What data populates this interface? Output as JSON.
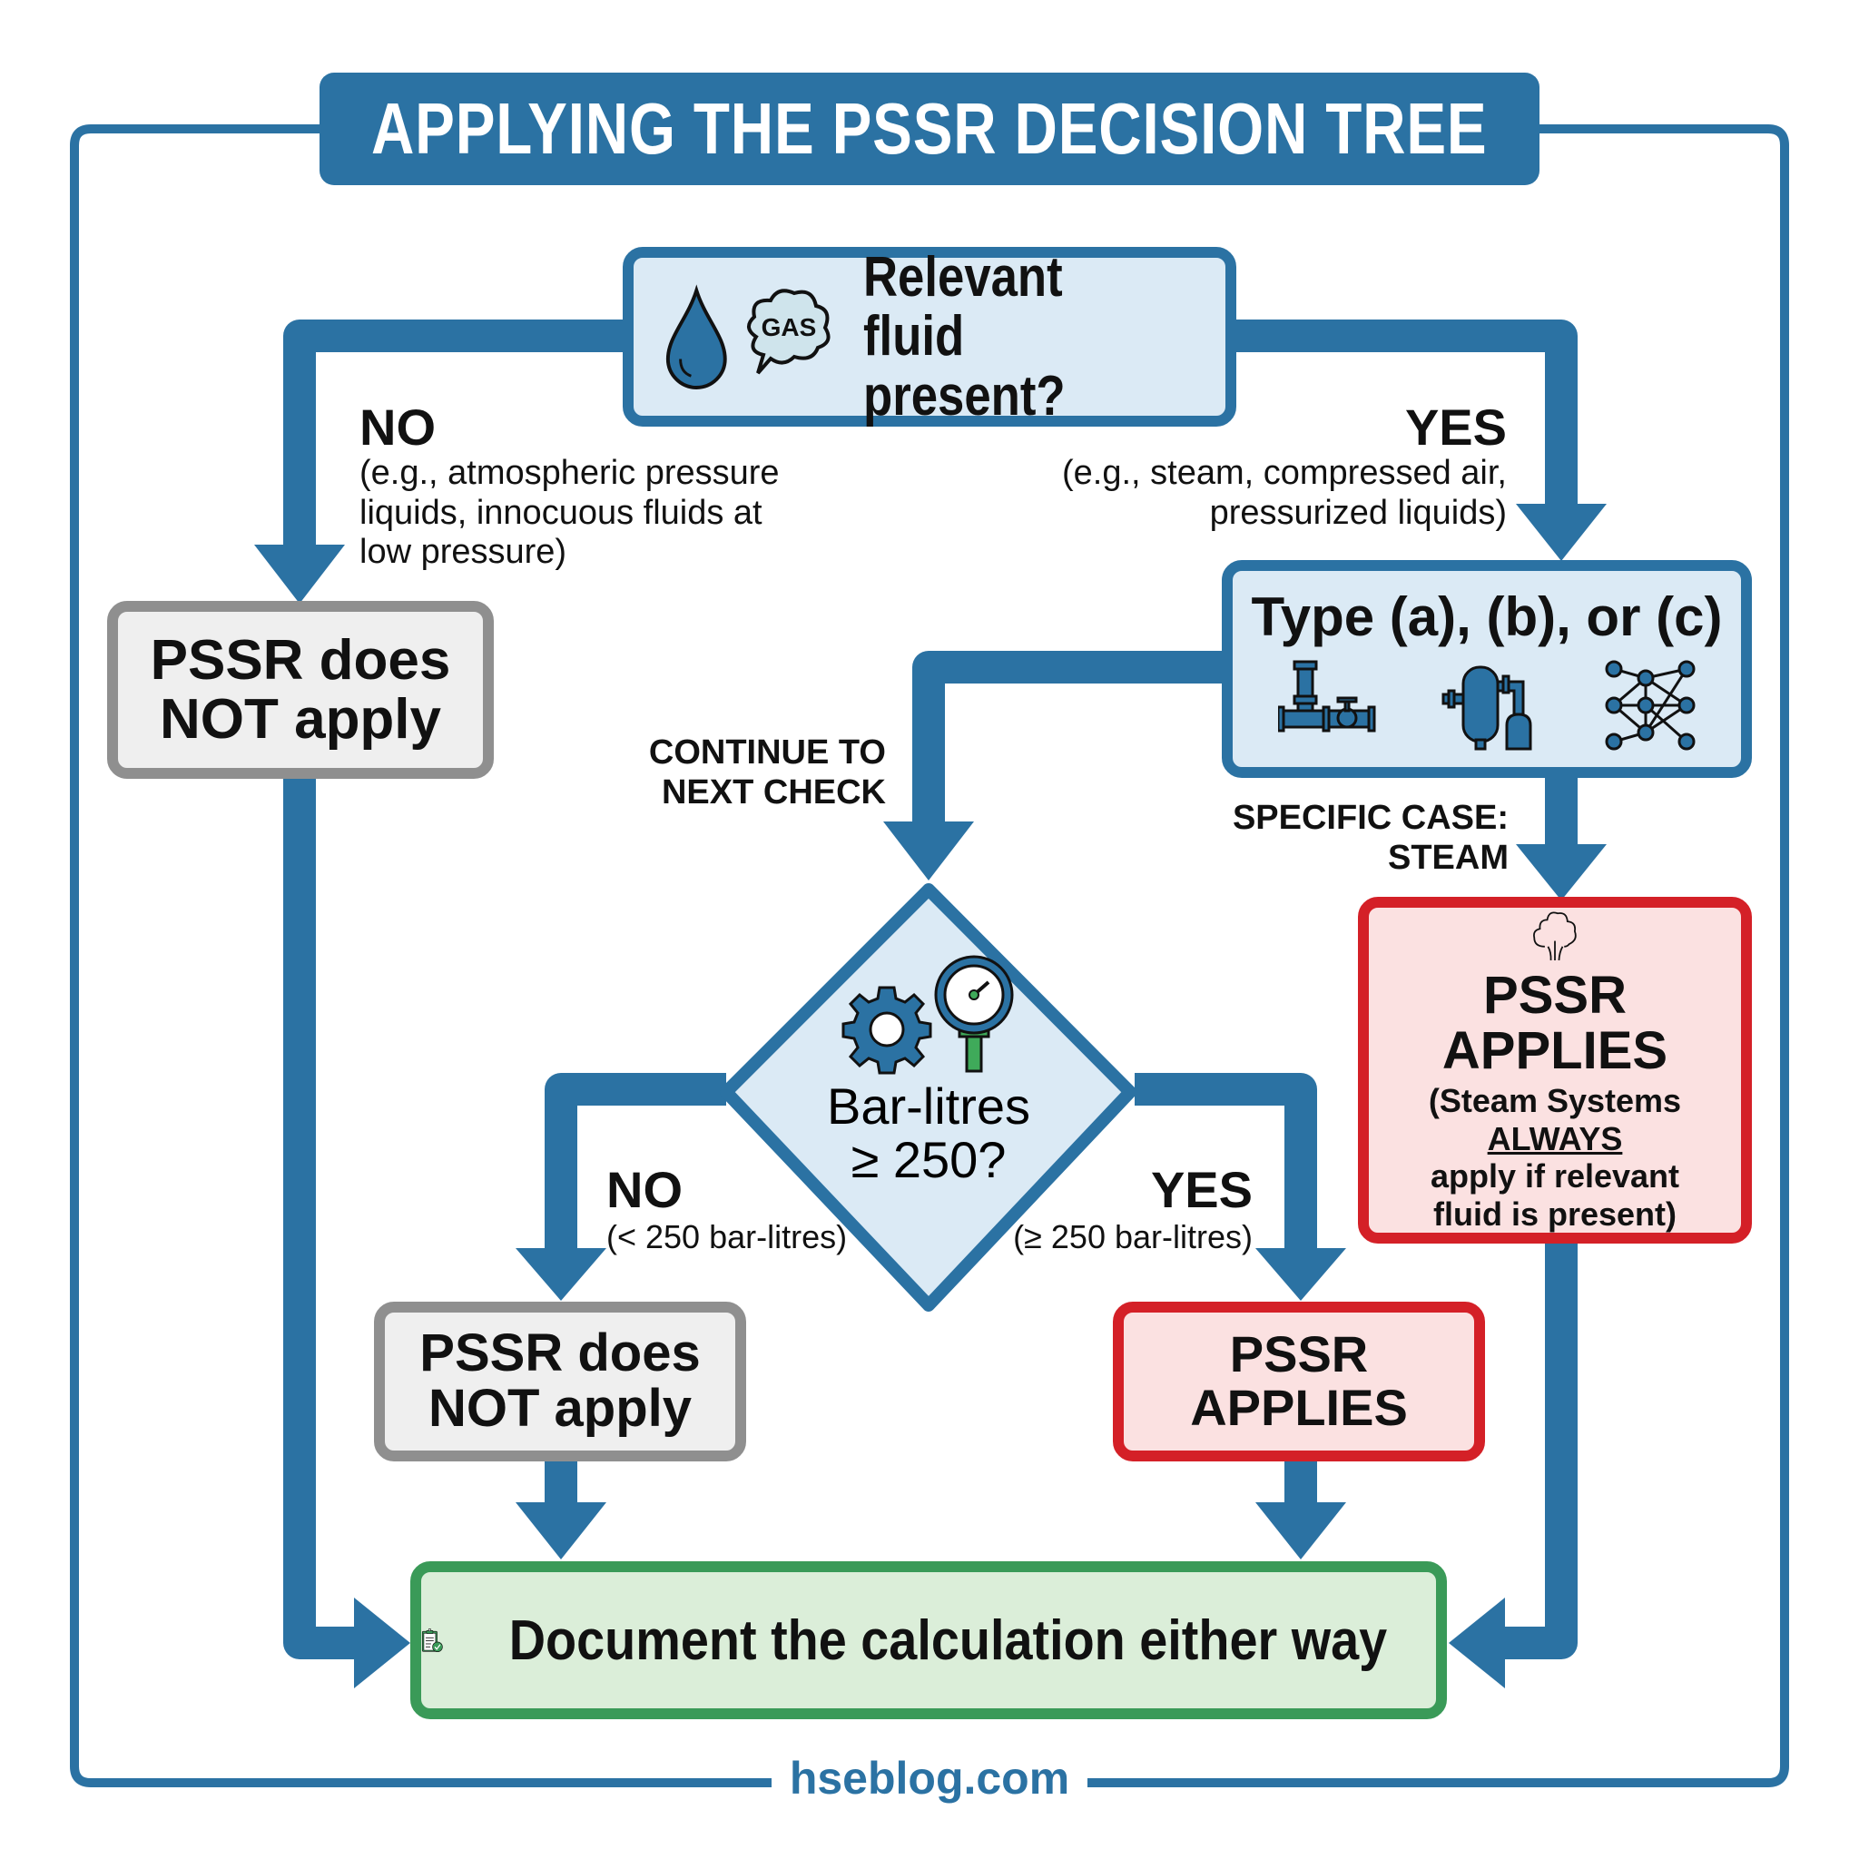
{
  "title": "APPLYING THE PSSR DECISION TREE",
  "colors": {
    "primary_blue": "#2b72a3",
    "light_blue_fill": "#dbeaf5",
    "grey_border": "#8f8f8f",
    "grey_fill": "#efefef",
    "red_border": "#d42027",
    "red_fill": "#fbe1e1",
    "green_border": "#3a9a58",
    "green_fill": "#dbeed9"
  },
  "nodes": {
    "relevant_fluid": {
      "line1": "Relevant fluid",
      "line2": "present?",
      "icons": [
        "water-drop-icon",
        "gas-cloud-icon"
      ],
      "gas_label": "GAS"
    },
    "not_apply_1": {
      "line1": "PSSR does",
      "line2": "NOT apply"
    },
    "type_abc": {
      "label": "Type (a), (b), or (c)",
      "icons": [
        "pipework-valve-icon",
        "pressure-vessel-icon",
        "network-icon"
      ]
    },
    "bar_litres": {
      "line1": "Bar-litres",
      "line2": "≥ 250?",
      "icons": [
        "gear-icon",
        "pressure-gauge-icon"
      ]
    },
    "not_apply_2": {
      "line1": "PSSR does",
      "line2": "NOT apply"
    },
    "applies_1": {
      "label": "PSSR APPLIES"
    },
    "applies_steam": {
      "label": "PSSR APPLIES",
      "note_prefix": "(Steam Systems ",
      "note_emphasis": "ALWAYS",
      "note_line2": "apply if relevant",
      "note_line3": "fluid is present)",
      "icon": "steam-icon"
    },
    "document": {
      "label": "Document the calculation either way",
      "icon": "clipboard-check-icon"
    }
  },
  "edges": {
    "fluid_no": {
      "label": "NO",
      "sub": [
        "(e.g., atmospheric pressure",
        "liquids, innocuous fluids at",
        "low pressure)"
      ]
    },
    "fluid_yes": {
      "label": "YES",
      "sub": [
        "(e.g., steam, compressed air,",
        "pressurized liquids)"
      ]
    },
    "continue": {
      "lines": [
        "CONTINUE TO",
        "NEXT CHECK"
      ]
    },
    "steam": {
      "lines": [
        "SPECIFIC CASE:",
        "STEAM"
      ]
    },
    "bar_no": {
      "label": "NO",
      "sub": "(< 250 bar-litres)"
    },
    "bar_yes": {
      "label": "YES",
      "sub": "(≥ 250 bar-litres)"
    }
  },
  "footer": "hseblog.com"
}
